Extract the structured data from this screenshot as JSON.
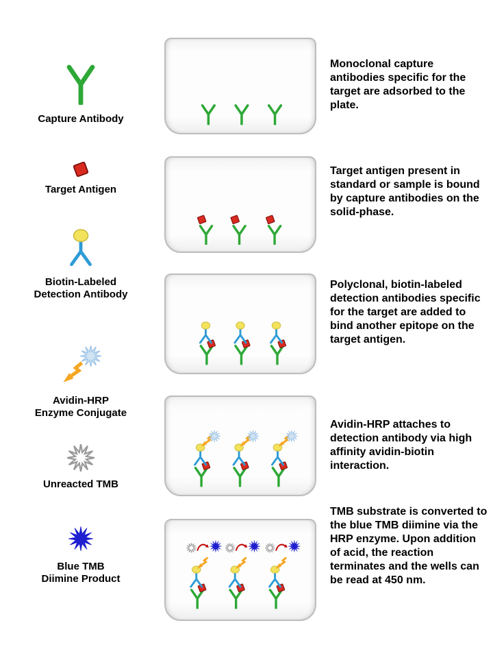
{
  "colors": {
    "green": "#2EA836",
    "red": "#DA2A20",
    "redDark": "#7F1410",
    "blue": "#2E9BD6",
    "yellow": "#F2E25C",
    "yellowEdge": "#C9B93A",
    "orange": "#F6A623",
    "paleBlue": "#CFE3F3",
    "paleBlueEdge": "#9DC3E6",
    "gray": "#999999",
    "darkBlue": "#1F1FD0",
    "darkRed": "#C00000",
    "wellBorder": "#BDBDBD"
  },
  "legend": {
    "items": [
      {
        "icon": "capture-antibody-icon",
        "label": "Capture Antibody"
      },
      {
        "icon": "target-antigen-icon",
        "label": "Target Antigen"
      },
      {
        "icon": "detection-antibody-icon",
        "label": "Biotin-Labeled\nDetection Antibody"
      },
      {
        "icon": "avidin-hrp-icon",
        "label": "Avidin-HRP\nEnzyme Conjugate"
      },
      {
        "icon": "unreacted-tmb-icon",
        "label": "Unreacted TMB"
      },
      {
        "icon": "blue-tmb-icon",
        "label": "Blue TMB\nDiimine Product"
      }
    ]
  },
  "steps": [
    {
      "description": "Monoclonal capture antibodies specific for the target are adsorbed to the plate."
    },
    {
      "description": "Target antigen present in standard or sample is bound by capture antibodies on the solid-phase."
    },
    {
      "description": "Polyclonal, biotin-labeled detection antibodies specific for the target are added to bind another epitope on the target antigen."
    },
    {
      "description": "Avidin-HRP attaches to detection antibody via high affinity avidin-biotin interaction."
    },
    {
      "description": "TMB substrate is converted to the blue TMB diimine via the HRP enzyme. Upon addition of acid, the reaction terminates and the wells can be read at 450 nm."
    }
  ]
}
